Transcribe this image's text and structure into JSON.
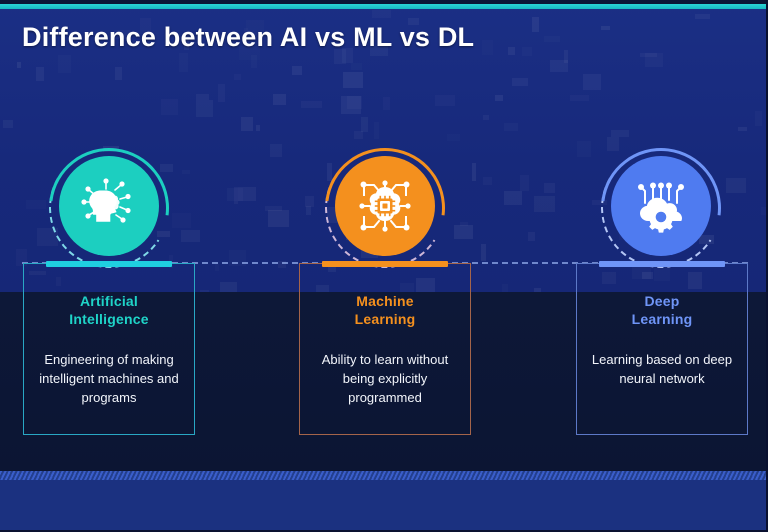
{
  "slide": {
    "title": "Difference between AI vs ML vs DL",
    "accent_top_color": "#23c6cd",
    "background_upper_color": "#1b2f85",
    "background_lower_color": "#0d1838",
    "footer_color": "#1b3180"
  },
  "nodes": [
    {
      "id": "ai",
      "icon_name": "brain-head-ai-icon",
      "circle_color": "#1ccfc0",
      "arc_color": "#1ccfc0"
    },
    {
      "id": "ml",
      "icon_name": "chip-network-ml-icon",
      "circle_color": "#f4901e",
      "arc_color": "#f4901e"
    },
    {
      "id": "dl",
      "icon_name": "cloud-gear-neural-dl-icon",
      "circle_color": "#4f7bf0",
      "arc_color": "#6f95f7"
    }
  ],
  "cards": [
    {
      "id": "ai",
      "heading": "Artificial\nIntelligence",
      "heading_line1": "Artificial",
      "heading_line2": "Intelligence",
      "description": "Engineering of making intelligent machines and programs",
      "accent_color": "#1fcfe0",
      "heading_color": "#1fd4c8",
      "border_color": "#29a7c4"
    },
    {
      "id": "ml",
      "heading": "Machine\nLearning",
      "heading_line1": "Machine",
      "heading_line2": "Learning",
      "description": "Ability to learn without being explicitly programmed",
      "accent_color": "#f4901e",
      "heading_color": "#f4901e",
      "border_color": "#a4644a"
    },
    {
      "id": "dl",
      "heading": "Deep\nLearning",
      "heading_line1": "Deep",
      "heading_line2": "Learning",
      "description": "Learning based on deep neural network",
      "accent_color": "#6f95f7",
      "heading_color": "#6f95f7",
      "border_color": "#5d79c8"
    }
  ]
}
